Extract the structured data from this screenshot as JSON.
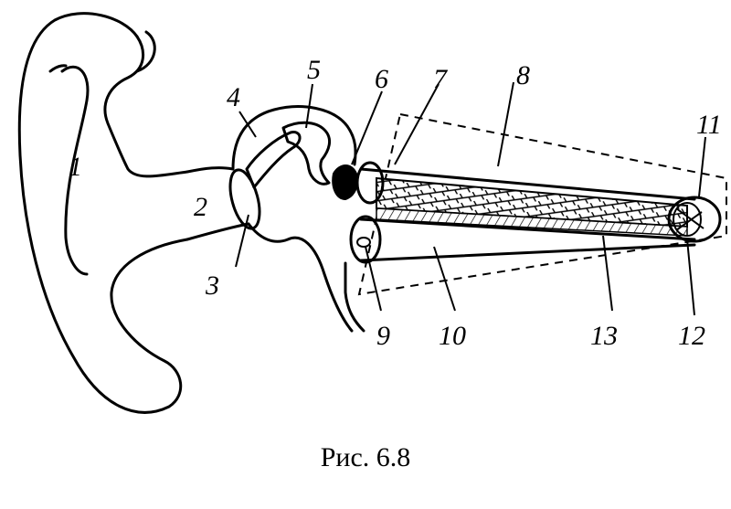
{
  "figure": {
    "caption": "Рис. 6.8",
    "labels": [
      "1",
      "2",
      "3",
      "4",
      "5",
      "6",
      "7",
      "8",
      "9",
      "10",
      "11",
      "12",
      "13"
    ]
  }
}
